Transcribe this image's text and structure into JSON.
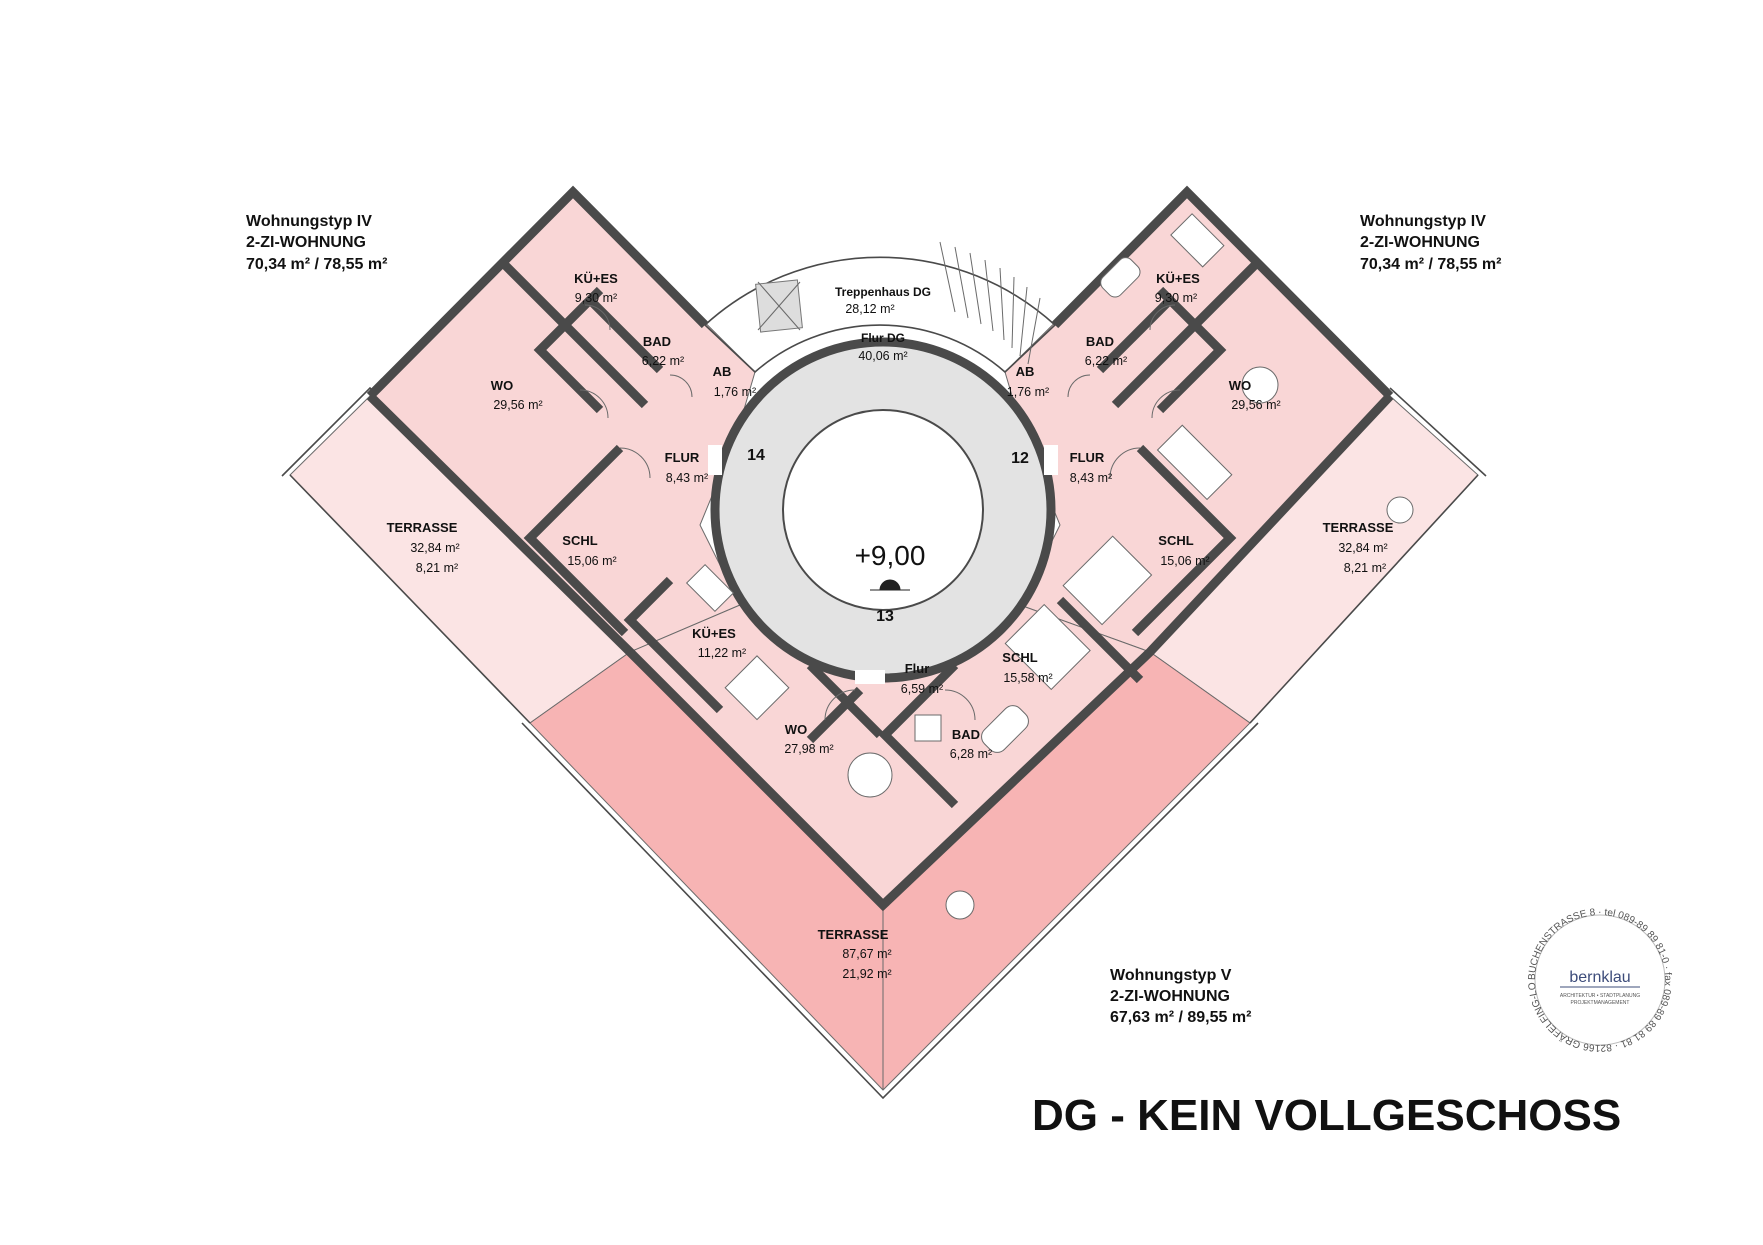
{
  "units": {
    "left": {
      "type": "Wohnungstyp IV",
      "rooms": "2-ZI-WOHNUNG",
      "area": "70,34 m² / 78,55 m²"
    },
    "right": {
      "type": "Wohnungstyp IV",
      "rooms": "2-ZI-WOHNUNG",
      "area": "70,34 m² / 78,55 m²"
    },
    "bottom": {
      "type": "Wohnungstyp V",
      "rooms": "2-ZI-WOHNUNG",
      "area": "67,63 m² / 89,55 m²"
    }
  },
  "core": {
    "stair_label": "Treppenhaus DG",
    "stair_area": "28,12 m²",
    "hall_label": "Flur DG",
    "hall_area": "40,06 m²",
    "level": "+9,00",
    "door_left": "14",
    "door_right": "12",
    "door_bottom": "13"
  },
  "rooms_left": {
    "kueche": {
      "label": "KÜ+ES",
      "area": "9,30 m²"
    },
    "bad": {
      "label": "BAD",
      "area": "6,22 m²"
    },
    "ab": {
      "label": "AB",
      "area": "1,76 m²"
    },
    "wo": {
      "label": "WO",
      "area": "29,56 m²"
    },
    "flur": {
      "label": "FLUR",
      "area": "8,43 m²"
    },
    "schl": {
      "label": "SCHL",
      "area": "15,06 m²"
    },
    "terrasse": {
      "label": "TERRASSE",
      "area": "32,84 m²",
      "area2": "8,21 m²"
    }
  },
  "rooms_right": {
    "kueche": {
      "label": "KÜ+ES",
      "area": "9,30 m²"
    },
    "bad": {
      "label": "BAD",
      "area": "6,22 m²"
    },
    "ab": {
      "label": "AB",
      "area": "1,76 m²"
    },
    "wo": {
      "label": "WO",
      "area": "29,56 m²"
    },
    "flur": {
      "label": "FLUR",
      "area": "8,43 m²"
    },
    "schl": {
      "label": "SCHL",
      "area": "15,06 m²"
    },
    "terrasse": {
      "label": "TERRASSE",
      "area": "32,84 m²",
      "area2": "8,21 m²"
    }
  },
  "rooms_bottom": {
    "kueche": {
      "label": "KÜ+ES",
      "area": "11,22 m²"
    },
    "wo": {
      "label": "WO",
      "area": "27,98 m²"
    },
    "flur": {
      "label": "Flur",
      "area": "6,59 m²"
    },
    "schl": {
      "label": "SCHL",
      "area": "15,58 m²"
    },
    "bad": {
      "label": "BAD",
      "area": "6,28 m²"
    },
    "terrasse": {
      "label": "TERRASSE",
      "area": "87,67 m²",
      "area2": "21,92 m²"
    }
  },
  "sheet_title": "DG - KEIN VOLLGESCHOSS",
  "stamp": {
    "name": "bernklau",
    "tagline": "ARCHITEKTUR • STADTPLANUNG",
    "tagline2": "PROJEKTMANAGEMENT",
    "ring_top": "BUCHENSTRASSE 8",
    "ring_tel": "tel 089-89 89 81-0",
    "ring_fax": "fax 089-89 89 81 81",
    "ring_bottom": "82166 GRÄFELFING-LOCHHAM"
  },
  "colors": {
    "apartment_fill": "#f9d6d6",
    "terrace_light": "#fbe4e4",
    "terrace_strong": "#f7b4b4",
    "core_grey": "#e6e6e6",
    "wall": "#4a4a4a"
  }
}
